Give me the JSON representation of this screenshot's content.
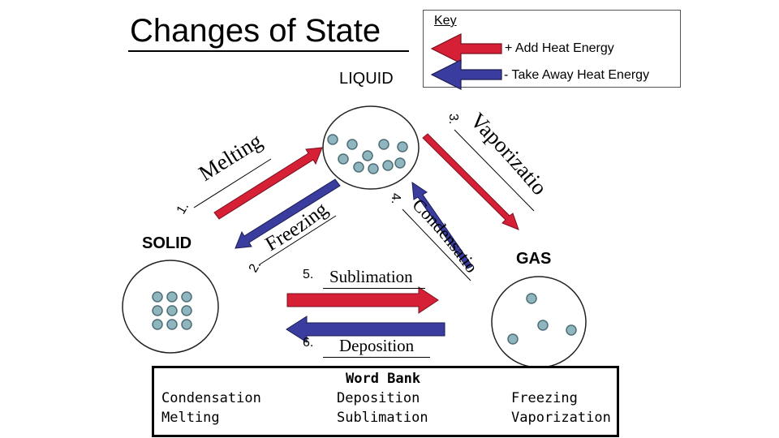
{
  "title": "Changes of State",
  "key": {
    "title": "Key",
    "add_heat_label": "+ Add Heat Energy",
    "take_away_label": "- Take Away Heat Energy",
    "add_color": "#d62035",
    "remove_color": "#3a3d9e"
  },
  "states": {
    "liquid": "LIQUID",
    "solid": "SOLID",
    "gas": "GAS"
  },
  "particle_color": "#8fb5be",
  "processes": {
    "melting": {
      "number": "1.",
      "word": "Melting"
    },
    "freezing": {
      "number": "2.",
      "word": "Freezing"
    },
    "vaporization": {
      "number": "3.",
      "word": "Vaporization"
    },
    "condensation": {
      "number": "4.",
      "word": "Condensation"
    },
    "sublimation": {
      "number": "5.",
      "word": "Sublimation"
    },
    "deposition": {
      "number": "6.",
      "word": "Deposition"
    }
  },
  "word_bank": {
    "title": "Word Bank",
    "columns": [
      [
        "Condensation",
        "Melting"
      ],
      [
        "Deposition",
        "Sublimation"
      ],
      [
        "Freezing",
        "Vaporization"
      ]
    ]
  }
}
